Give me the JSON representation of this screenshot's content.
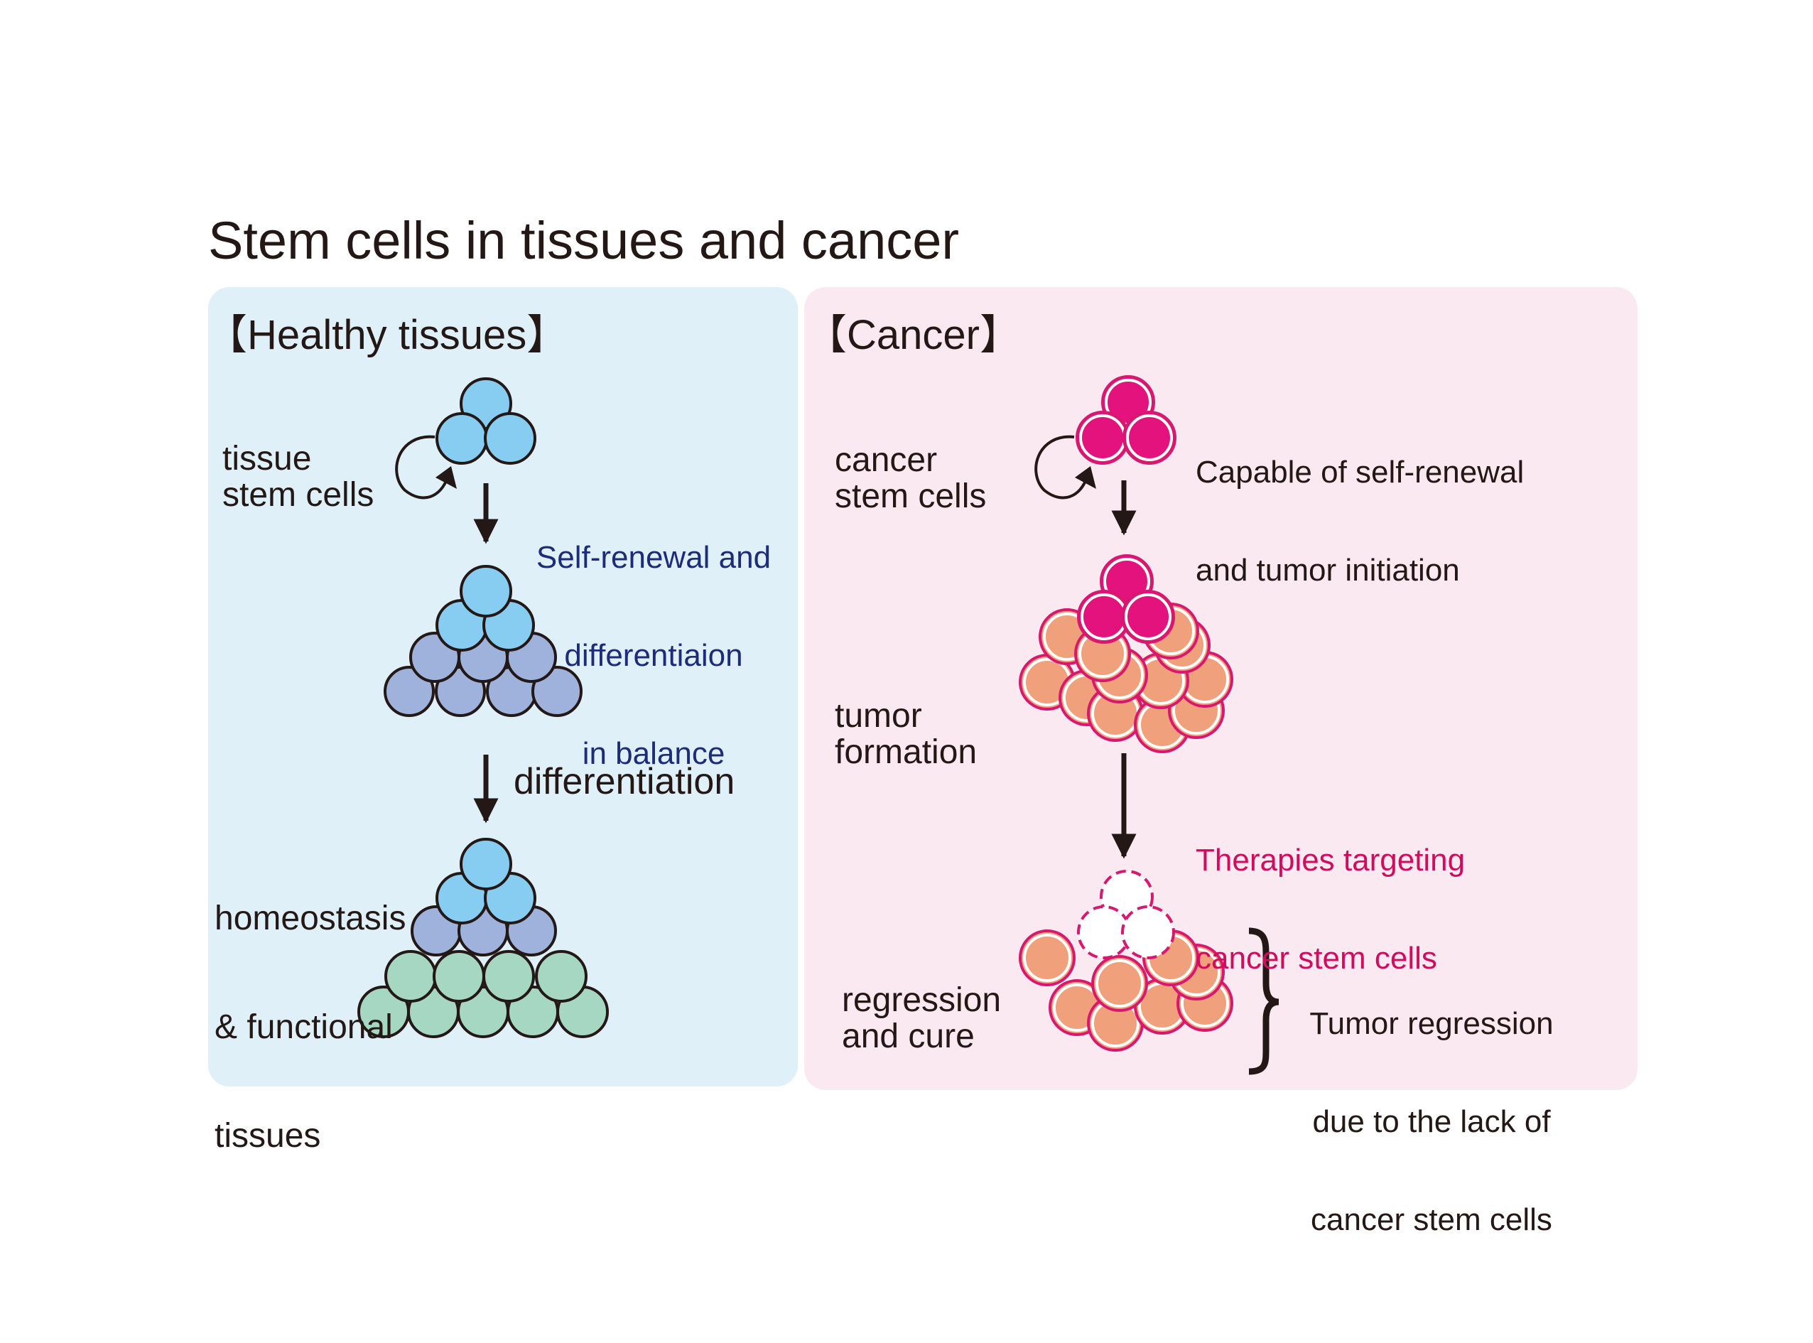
{
  "title": "Stem cells in tissues and cancer",
  "healthy": {
    "heading": "【Healthy tissues】",
    "stem_label": [
      "tissue",
      "stem cells"
    ],
    "balance_note": [
      "Self-renewal and",
      "differentiaion",
      "in balance"
    ],
    "differentiation_label": "differentiation",
    "homeostasis_label": [
      "homeostasis",
      "& functional",
      "tissues"
    ]
  },
  "cancer": {
    "heading": "【Cancer】",
    "stem_label": [
      "cancer",
      "stem cells"
    ],
    "capability_note": [
      "Capable of self-renewal",
      "and tumor initiation"
    ],
    "tumor_label": [
      "tumor",
      "formation"
    ],
    "therapy_note": [
      "Therapies targeting",
      "cancer stem cells"
    ],
    "regression_label": [
      "regression",
      "and cure"
    ],
    "regression_note": [
      "Tumor regression",
      "due to the lack of",
      "cancer stem cells"
    ]
  },
  "colors": {
    "healthy_bg": "#dff0f8",
    "cancer_bg": "#fbe9f1",
    "tissue_stem_cell": "#86cdf1",
    "progenitor_cell": "#9fb2db",
    "differentiated_cell": "#a5d7c3",
    "cancer_stem_cell": "#e4127c",
    "tumor_cell": "#f0a07a",
    "tumor_cell_outline": "#d8186e",
    "annotation_blue": "#1d2c7a",
    "annotation_pink": "#d10c5c"
  }
}
